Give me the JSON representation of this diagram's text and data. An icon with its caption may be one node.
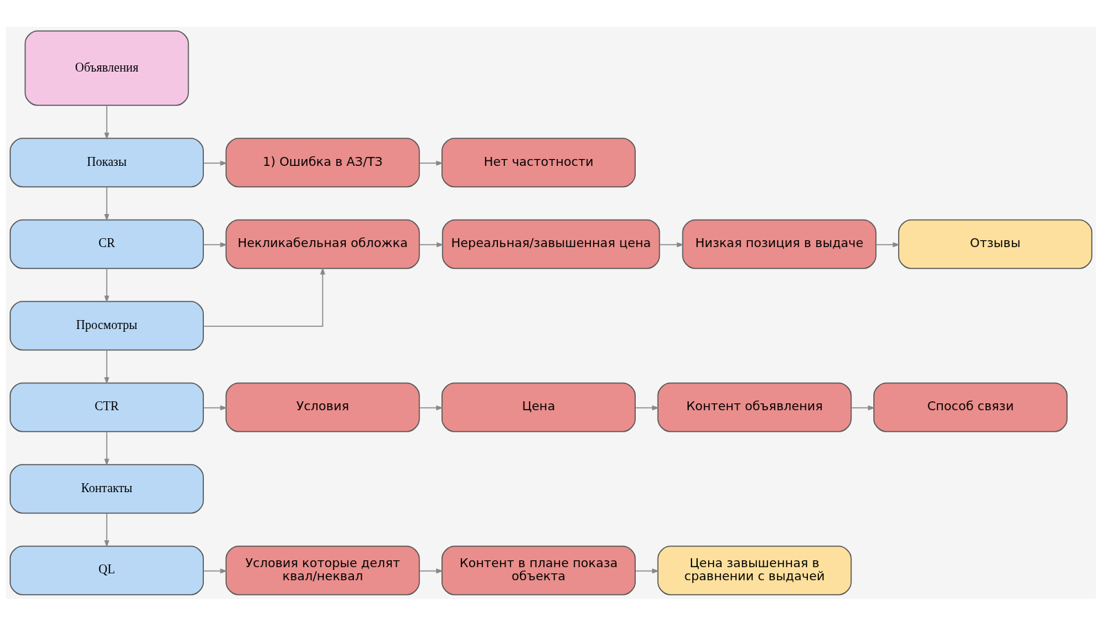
{
  "diagram": {
    "nodes": [
      {
        "text": [
          "Объявления"
        ]
      },
      {
        "text": [
          "Показы"
        ]
      },
      {
        "text": [
          "1) Ошибка в АЗ/ТЗ"
        ]
      },
      {
        "text": [
          "Нет частотности"
        ]
      },
      {
        "text": [
          "CR"
        ]
      },
      {
        "text": [
          "Некликабельная обложка"
        ]
      },
      {
        "text": [
          "Нереальная/завышенная цена"
        ]
      },
      {
        "text": [
          "Низкая позиция в выдаче"
        ]
      },
      {
        "text": [
          "Отзывы"
        ]
      },
      {
        "text": [
          "Просмотры"
        ]
      },
      {
        "text": [
          "CTR"
        ]
      },
      {
        "text": [
          "Условия"
        ]
      },
      {
        "text": [
          "Цена"
        ]
      },
      {
        "text": [
          "Контент объявления"
        ]
      },
      {
        "text": [
          "Способ связи"
        ]
      },
      {
        "text": [
          "Контакты"
        ]
      },
      {
        "text": [
          "QL"
        ]
      },
      {
        "text": [
          "Условия которые делят квал/неквал"
        ]
      },
      {
        "text": [
          "Контент в плане показа объекта"
        ]
      },
      {
        "text": [
          "Цена завышенная в сравнении с выдачей"
        ]
      }
    ],
    "edges": [
      {
        "from": 0,
        "to": 1,
        "arrow": "to"
      },
      {
        "from": 1,
        "to": 4,
        "arrow": "to"
      },
      {
        "from": 4,
        "to": 9,
        "arrow": "to"
      },
      {
        "from": 9,
        "to": 10,
        "arrow": "to"
      },
      {
        "from": 10,
        "to": 15,
        "arrow": "to"
      },
      {
        "from": 15,
        "to": 16,
        "arrow": "to"
      },
      {
        "from": 1,
        "to": 2,
        "arrow": "to"
      },
      {
        "from": 2,
        "to": 3,
        "arrow": "to"
      },
      {
        "from": 4,
        "to": 5,
        "arrow": "to"
      },
      {
        "from": 9,
        "to": 5,
        "arrow": "to"
      },
      {
        "from": 5,
        "to": 6,
        "arrow": "to"
      },
      {
        "from": 6,
        "to": 7,
        "arrow": "to"
      },
      {
        "from": 7,
        "to": 8,
        "arrow": "to"
      },
      {
        "from": 10,
        "to": 11,
        "arrow": "to"
      },
      {
        "from": 11,
        "to": 12,
        "arrow": "to"
      },
      {
        "from": 12,
        "to": 13,
        "arrow": "to"
      },
      {
        "from": 13,
        "to": 14,
        "arrow": "to"
      },
      {
        "from": 16,
        "to": 17,
        "arrow": "to"
      },
      {
        "from": 17,
        "to": 18,
        "arrow": "to"
      },
      {
        "from": 18,
        "to": 19,
        "arrow": "to"
      }
    ]
  }
}
